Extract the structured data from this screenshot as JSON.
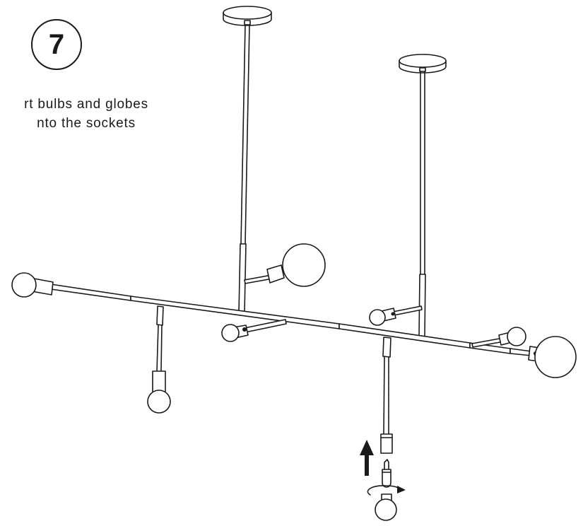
{
  "step": {
    "number": "7"
  },
  "instruction": {
    "line1": "rt bulbs and globes",
    "line2": "nto the sockets"
  },
  "colors": {
    "ink": "#1a1a1a",
    "background": "#ffffff"
  },
  "icons": {
    "up_arrow": "arrow-up-icon",
    "rotate_arrow": "rotate-arrow-icon"
  }
}
